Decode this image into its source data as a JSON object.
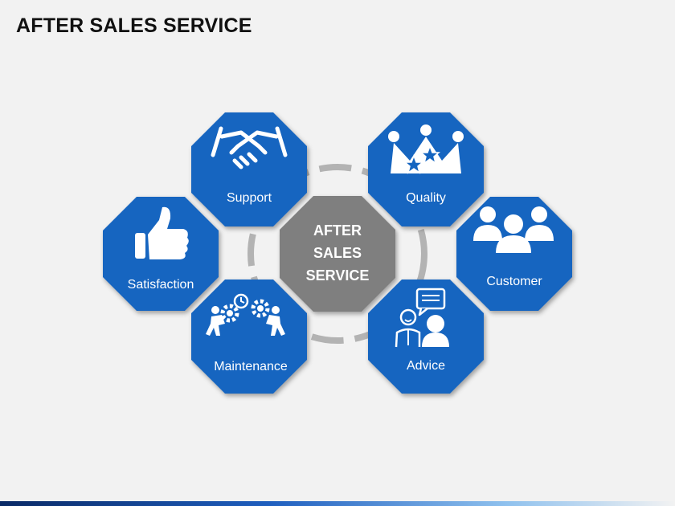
{
  "slide": {
    "title": "AFTER SALES SERVICE"
  },
  "colors": {
    "blue": "#1565c0",
    "gray": "#7f7f7f",
    "ring": "#b3b3b3",
    "white": "#ffffff"
  },
  "center": {
    "lines": [
      "AFTER",
      "SALES",
      "SERVICE"
    ]
  },
  "nodes": {
    "support": {
      "label": "Support",
      "icon": "handshake-icon"
    },
    "quality": {
      "label": "Quality",
      "icon": "crown-icon"
    },
    "satisfaction": {
      "label": "Satisfaction",
      "icon": "thumbs-up-icon"
    },
    "customer": {
      "label": "Customer",
      "icon": "people-group-icon"
    },
    "maintenance": {
      "label": "Maintenance",
      "icon": "gears-workers-icon"
    },
    "advice": {
      "label": "Advice",
      "icon": "speech-bubble-person-icon"
    }
  }
}
